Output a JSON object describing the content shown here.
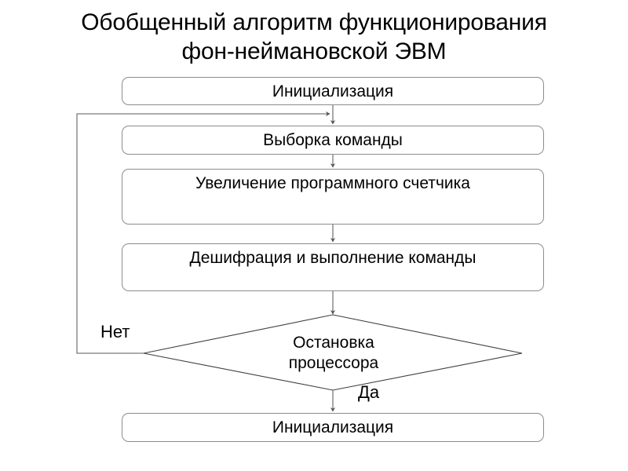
{
  "title": {
    "line1": "Обобщенный алгоритм функционирования",
    "line2": "фон-неймановской ЭВМ"
  },
  "diagram_data": {
    "type": "flowchart",
    "orientation": "top-to-bottom",
    "nodes": [
      {
        "id": "init-top",
        "shape": "rounded-rect",
        "label": "Инициализация"
      },
      {
        "id": "fetch",
        "shape": "rounded-rect",
        "label": "Выборка команды"
      },
      {
        "id": "increment",
        "shape": "rounded-rect",
        "label": "Увеличение программного счетчика"
      },
      {
        "id": "decode",
        "shape": "rounded-rect",
        "label": "Дешифрация и выполнение команды"
      },
      {
        "id": "decision",
        "shape": "diamond",
        "label_line1": "Остановка",
        "label_line2": "процессора"
      },
      {
        "id": "init-bottom",
        "shape": "rounded-rect",
        "label": "Инициализация"
      }
    ],
    "edges": [
      {
        "from": "init-top",
        "to": "fetch",
        "label": ""
      },
      {
        "from": "fetch",
        "to": "increment",
        "label": ""
      },
      {
        "from": "increment",
        "to": "decode",
        "label": ""
      },
      {
        "from": "decode",
        "to": "decision",
        "label": ""
      },
      {
        "from": "decision",
        "to": "fetch",
        "label": "Нет"
      },
      {
        "from": "decision",
        "to": "init-bottom",
        "label": "Да"
      }
    ],
    "branch_labels": {
      "no": "Нет",
      "yes": "Да"
    },
    "colors": {
      "background": "#ffffff",
      "box_stroke": "#8c8c8c",
      "diamond_stroke": "#404040",
      "connector": "#7a7a7a",
      "text": "#000000"
    }
  }
}
